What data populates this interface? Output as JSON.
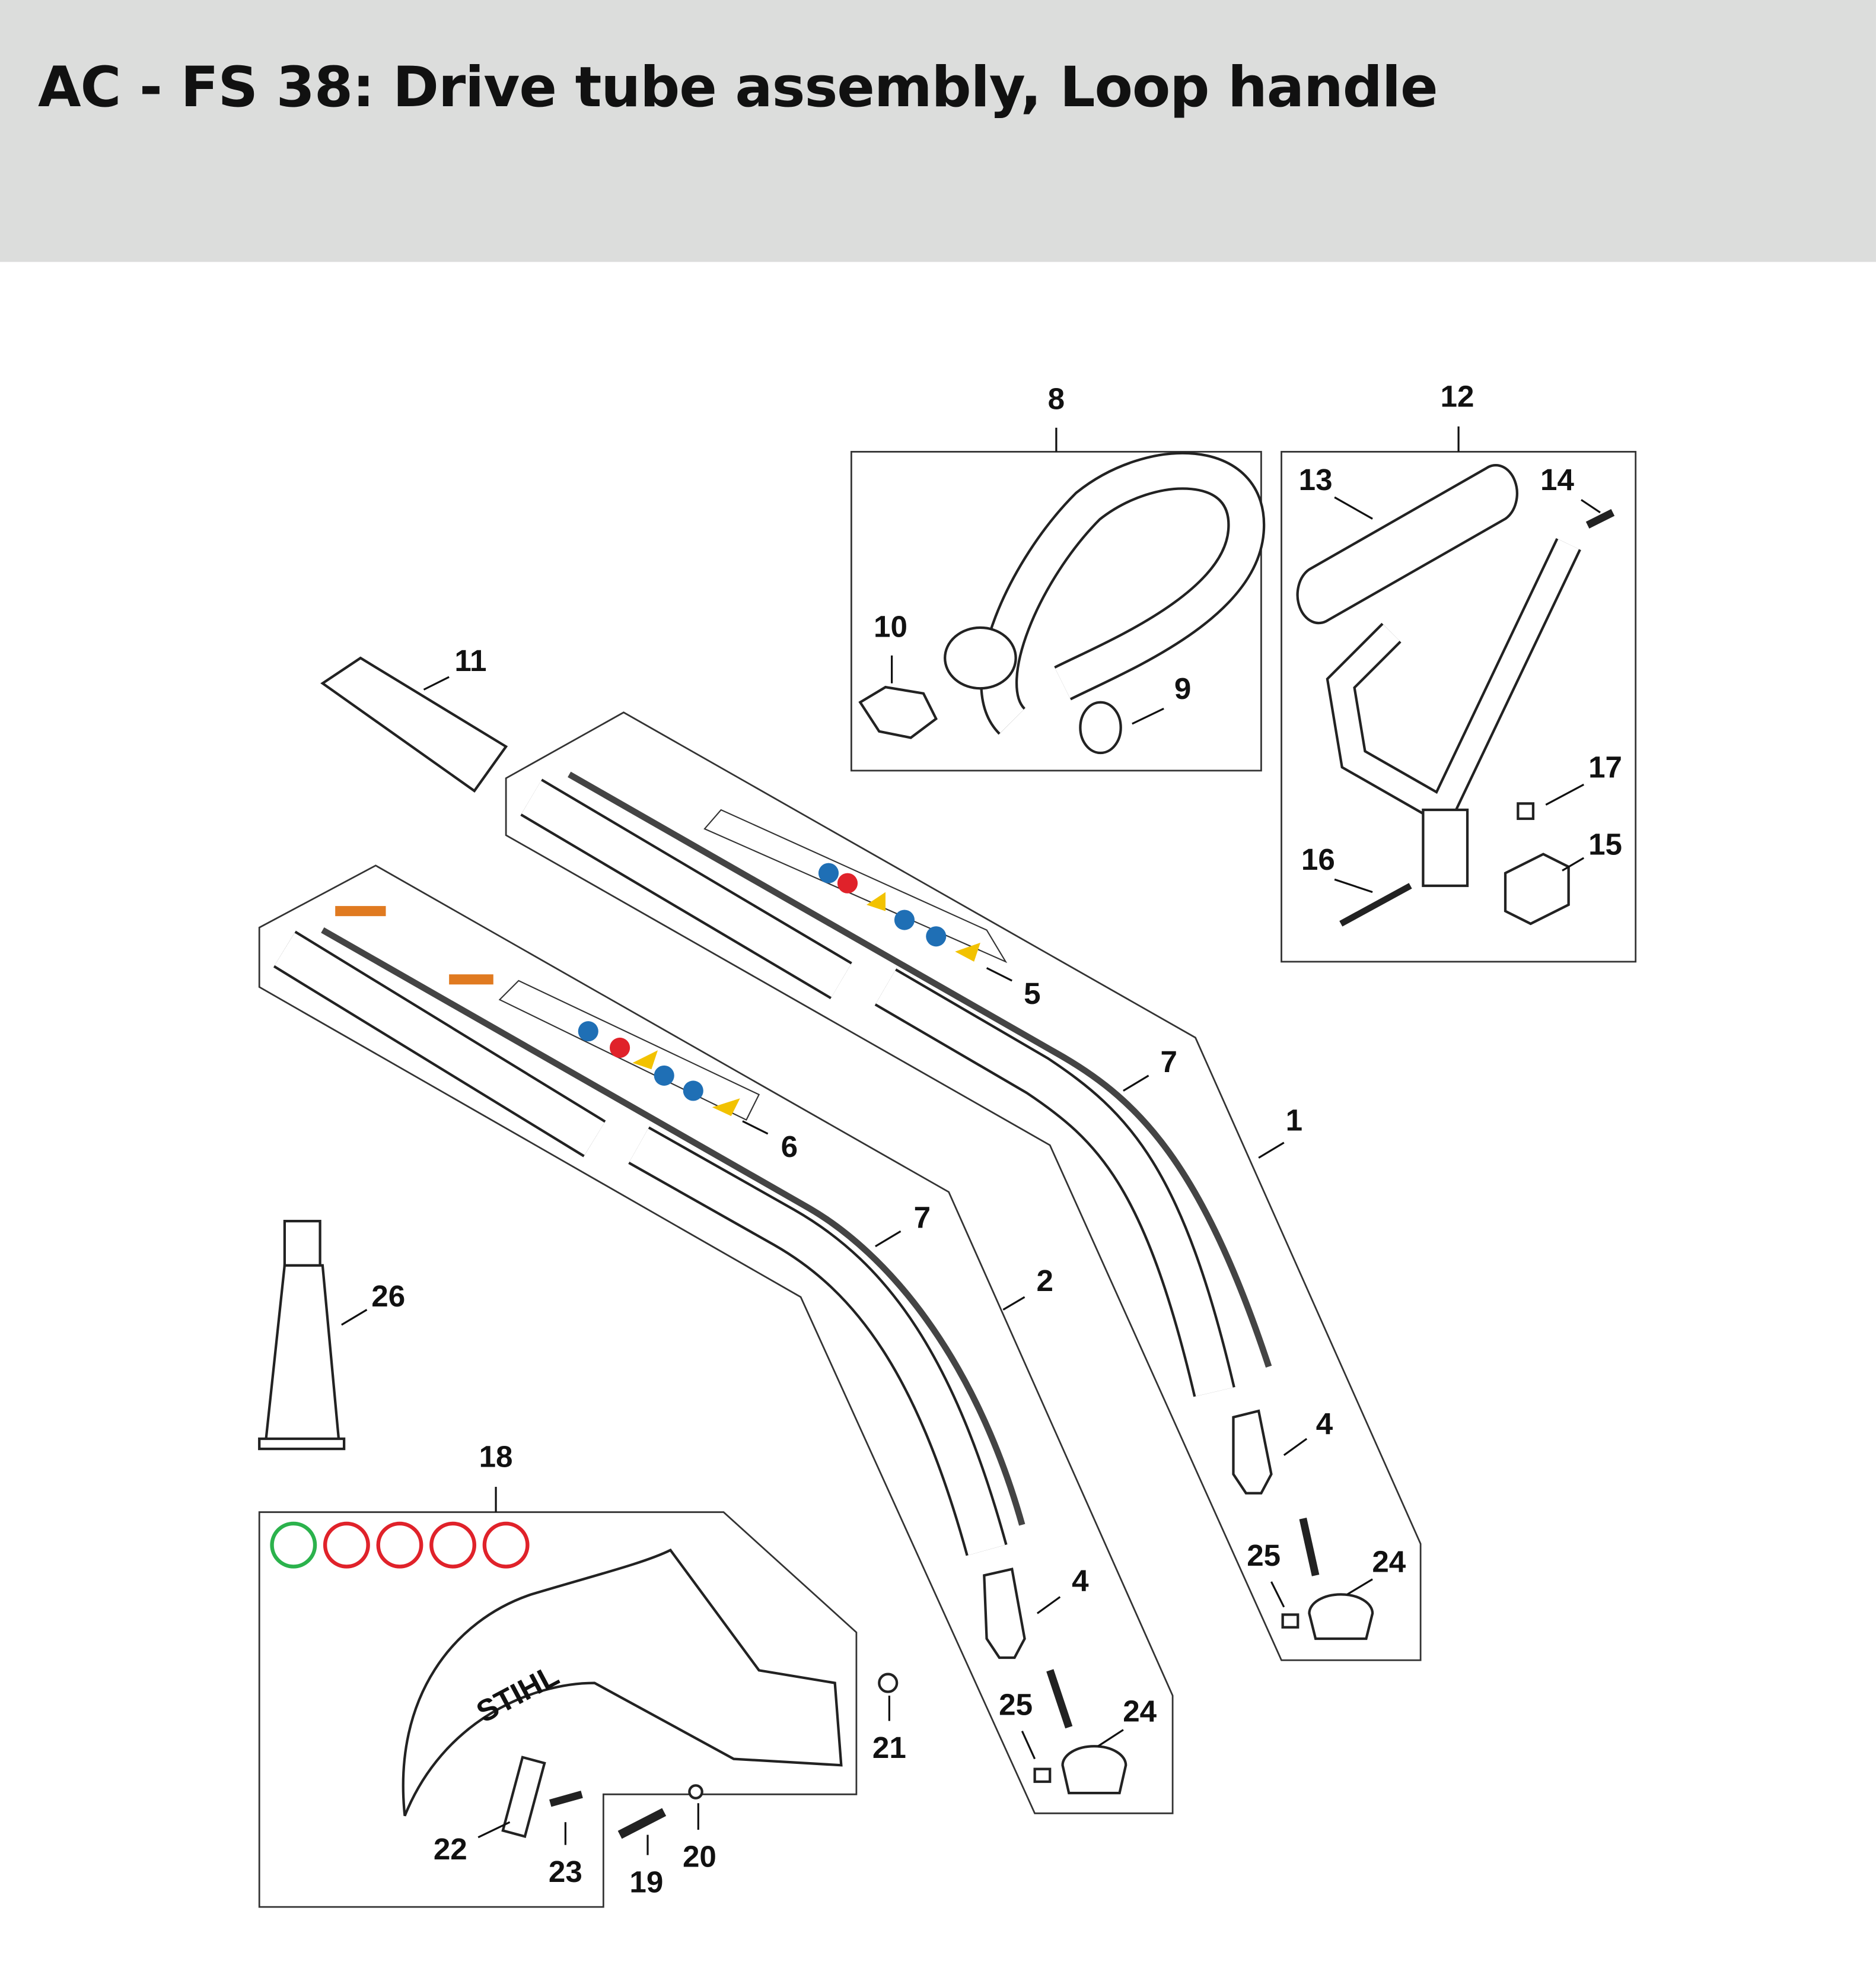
{
  "header": {
    "title": "AC - FS 38: Drive tube assembly, Loop handle"
  },
  "callouts": {
    "c8": "8",
    "c12": "12",
    "c13": "13",
    "c14": "14",
    "c10": "10",
    "c9": "9",
    "c11": "11",
    "c5": "5",
    "c7a": "7",
    "c1": "1",
    "c6": "6",
    "c7b": "7",
    "c2": "2",
    "c17": "17",
    "c15": "15",
    "c16": "16",
    "c26": "26",
    "c4a": "4",
    "c25a": "25",
    "c24a": "24",
    "c18": "18",
    "c4b": "4",
    "c25b": "25",
    "c24b": "24",
    "c21": "21",
    "c22": "22",
    "c23": "23",
    "c19": "19",
    "c20": "20"
  },
  "guard_brand": "STIHL",
  "colors": {
    "header_bg": "#dcdddc",
    "warning_yellow": "#f2c200",
    "info_blue": "#1f6fb5",
    "prohibited_red": "#e0222a",
    "allowed_green": "#2bb24c"
  }
}
